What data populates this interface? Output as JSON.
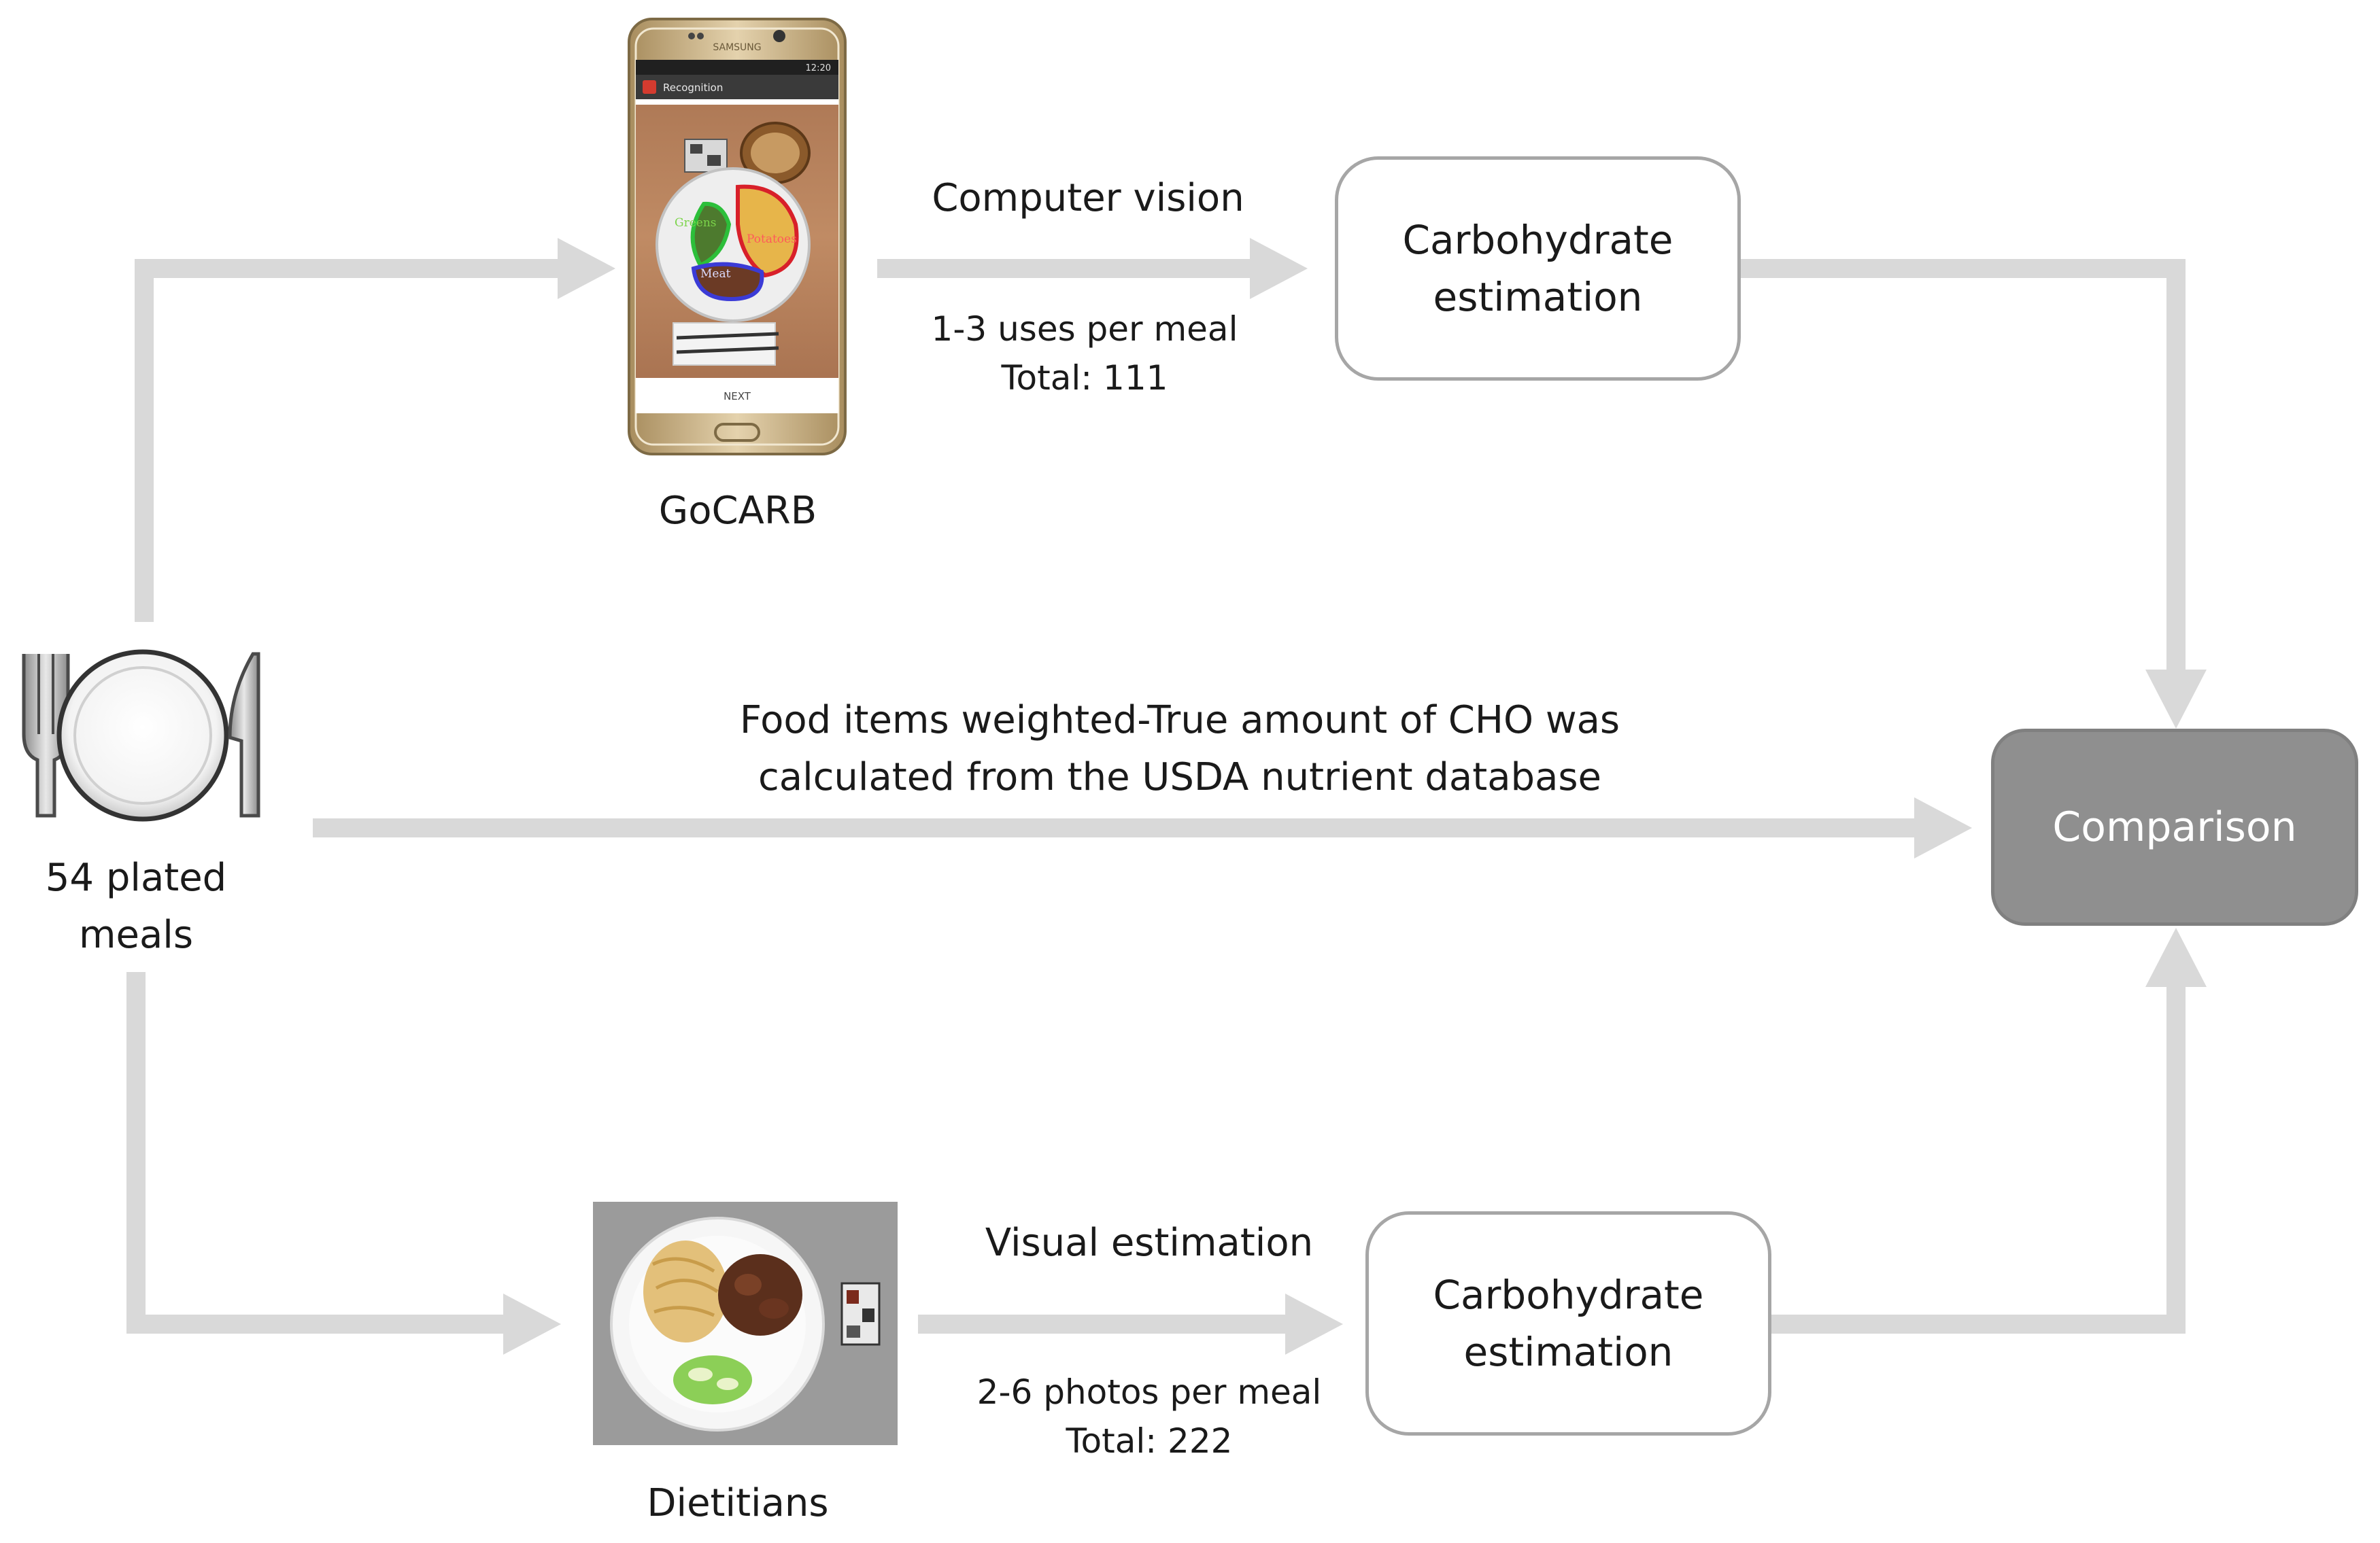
{
  "colors": {
    "arrow": "#d9d9d9",
    "box_border": "#a6a6a6",
    "comparison_fill": "#8f8f8f",
    "comparison_text": "#ffffff",
    "wood": "#b5805a",
    "phone_gold": "#cdb488",
    "photo_bg": "#9b9b9b"
  },
  "icons": {
    "meal": "plate-fork-knife-icon",
    "gocarb": "smartphone-food-recognition-image",
    "dietitians": "plated-meal-photo-image"
  },
  "source": {
    "label_line1": "54 plated",
    "label_line2": "meals"
  },
  "top_path": {
    "app_label": "GoCARB",
    "method": "Computer vision",
    "detail_line1": "1-3 uses per meal",
    "detail_line2": "Total: 111",
    "box_line1": "Carbohydrate",
    "box_line2": "estimation",
    "phone_screen": {
      "brand": "SAMSUNG",
      "status_time": "12:20",
      "header": "Recognition",
      "food_labels": [
        "Greens",
        "Potatoes",
        "Meat"
      ],
      "button": "NEXT"
    }
  },
  "middle_path": {
    "line1": "Food items weighted-True amount of CHO was",
    "line2": "calculated from the USDA nutrient database"
  },
  "bottom_path": {
    "group_label": "Dietitians",
    "method": "Visual estimation",
    "detail_line1": "2-6 photos per meal",
    "detail_line2": "Total: 222",
    "box_line1": "Carbohydrate",
    "box_line2": "estimation"
  },
  "result": {
    "label": "Comparison"
  }
}
